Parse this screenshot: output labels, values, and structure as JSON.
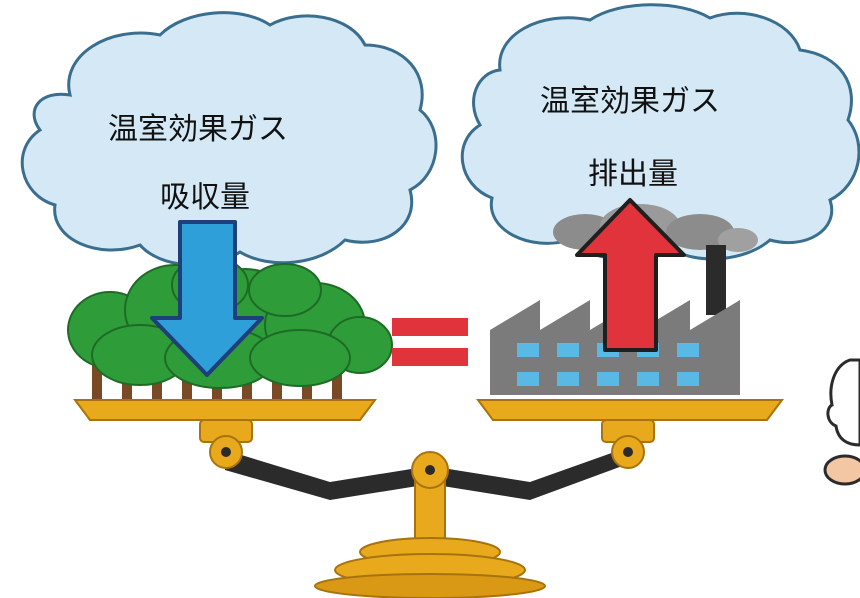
{
  "left_cloud": {
    "title": "温室効果ガス",
    "subtitle": "吸収量",
    "arrow_direction": "down",
    "arrow_color": "#2e9fd8"
  },
  "right_cloud": {
    "title": "温室効果ガス",
    "subtitle": "排出量",
    "arrow_direction": "up",
    "arrow_color": "#e0333c"
  },
  "equals_sign": {
    "color": "#e0333c"
  },
  "colors": {
    "cloud_fill": "#d4e9f5",
    "cloud_outline": "#3a6e8f",
    "forest_green": "#2f9c3a",
    "factory_gray": "#7b7b7b",
    "factory_window": "#5ab8e4",
    "scale_gold": "#e8a91c",
    "scale_beam": "#2b2b2b"
  },
  "icons": [
    "cloud-icon",
    "forest-icon",
    "factory-icon",
    "balance-scale-icon",
    "down-arrow-icon",
    "up-arrow-icon",
    "equals-icon"
  ]
}
